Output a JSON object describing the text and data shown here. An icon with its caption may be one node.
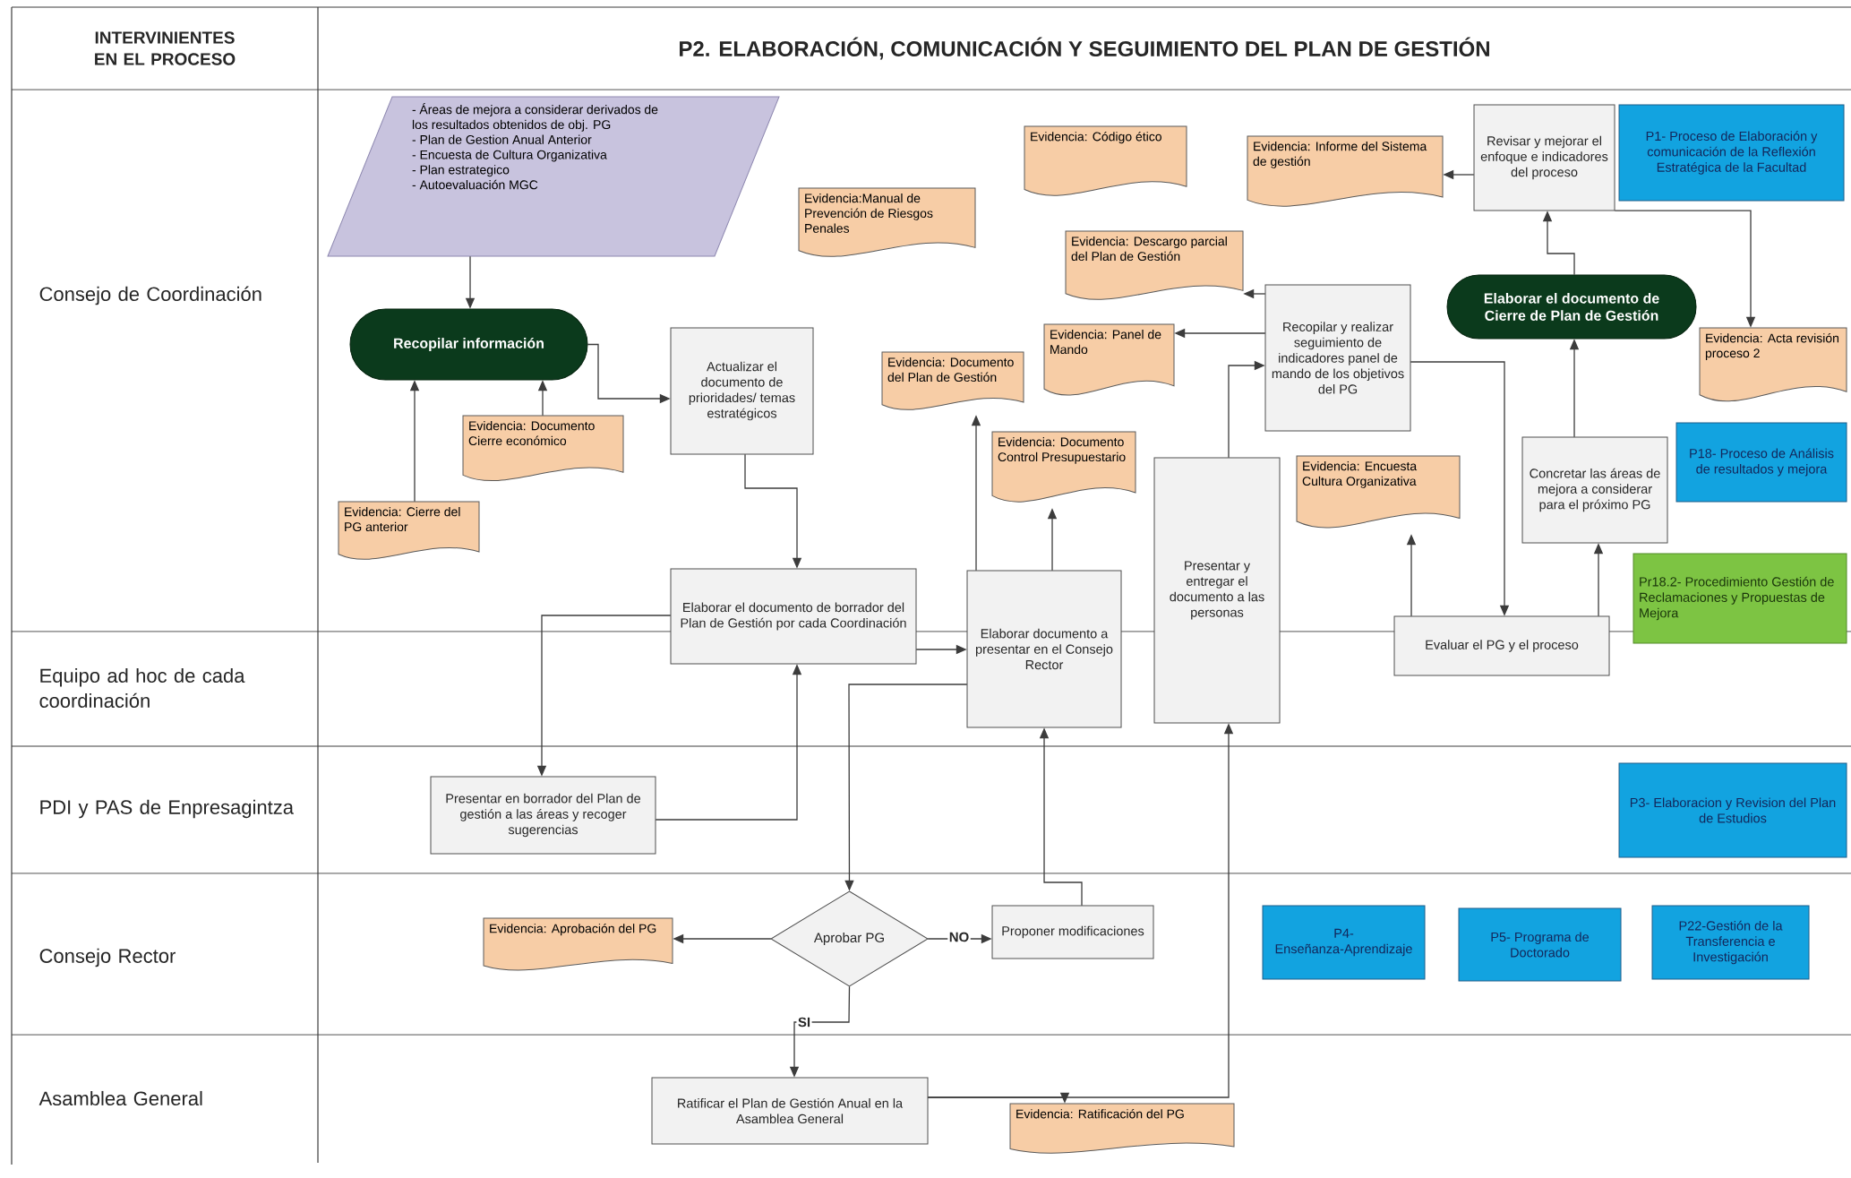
{
  "diagram": {
    "title": "P2. ELABORACIÓN, COMUNICACIÓN Y SEGUIMIENTO DEL PLAN DE GESTIÓN",
    "nodes": [
      {
        "text": [
          "- Áreas de mejora a considerar derivados de los resultados obtenidos de obj. PG",
          "- Plan de Gestion Anual Anterior",
          "- Encuesta de Cultura Organizativa",
          "- Plan estrategico",
          "- Autoevaluación MGC"
        ]
      },
      {
        "text": [
          "Recopilar información"
        ]
      },
      {
        "text": [
          "Evidencia: Documento Cierre económico"
        ]
      },
      {
        "text": [
          "Evidencia: Cierre del PG anterior"
        ]
      },
      {
        "text": [
          "Actualizar el documento de prioridades/ temas estratégicos"
        ]
      },
      {
        "text": [
          "Evidencia:Manual de Prevención de Riesgos Penales"
        ]
      },
      {
        "text": [
          "Evidencia: Código ético"
        ]
      },
      {
        "text": [
          "Evidencia: Descargo parcial del Plan de Gestión"
        ]
      },
      {
        "text": [
          "Evidencia: Panel de Mando"
        ]
      },
      {
        "text": [
          "Evidencia: Documento del Plan de Gestión"
        ]
      },
      {
        "text": [
          "Evidencia: Documento Control Presupuestario"
        ]
      },
      {
        "text": [
          "Recopilar y realizar seguimiento de indicadores panel de mando de los objetivos del PG"
        ]
      },
      {
        "text": [
          "Evidencia: Informe del Sistema de gestión"
        ]
      },
      {
        "text": [
          "Revisar y mejorar el enfoque e indicadores del proceso"
        ]
      },
      {
        "text": [
          "P1- Proceso de Elaboración y comunicación de la Reflexión Estratégica de la Facultad"
        ]
      },
      {
        "text": [
          "Elaborar el documento de Cierre de Plan de Gestión"
        ]
      },
      {
        "text": [
          "Evidencia: Acta revisión proceso 2"
        ]
      },
      {
        "text": [
          "P18- Proceso de Análisis de resultados y mejora"
        ]
      },
      {
        "text": [
          "Evidencia: Encuesta Cultura Organizativa"
        ]
      },
      {
        "text": [
          "Concretar las áreas de mejora a considerar para el próximo PG"
        ]
      },
      {
        "text": [
          "Pr18.2- Procedimiento Gestión de Reclamaciones y Propuestas de Mejora"
        ]
      },
      {
        "text": [
          "Elaborar el documento de borrador del Plan de Gestión por cada Coordinación"
        ]
      },
      {
        "text": [
          "Elaborar documento a presentar en el Consejo Rector"
        ]
      },
      {
        "text": [
          "Presentar y entregar el documento a las personas"
        ]
      },
      {
        "text": [
          "Evaluar el PG y el proceso"
        ]
      },
      {
        "text": [
          "Presentar en borrador del Plan de gestión a las áreas y recoger sugerencias"
        ]
      },
      {
        "text": [
          "P3- Elaboracion y Revision del Plan de Estudios"
        ]
      },
      {
        "text": [
          "Evidencia: Aprobación del PG"
        ]
      },
      {
        "text": [
          "Aprobar PG"
        ]
      },
      {
        "text": [
          "Proponer modificaciones"
        ]
      },
      {
        "text": [
          "P4- Enseñanza-Aprendizaje"
        ]
      },
      {
        "text": [
          "P5- Programa de Doctorado"
        ]
      },
      {
        "text": [
          "P22-Gestión de la Transferencia e Investigación"
        ]
      },
      {
        "text": [
          "Ratificar el Plan de Gestión Anual en la Asamblea General"
        ]
      },
      {
        "text": [
          "Evidencia: Ratificación del PG"
        ]
      }
    ],
    "edges": [
      {
        "from": 0,
        "to": 1,
        "arrow": "to"
      },
      {
        "from": 3,
        "to": 1,
        "arrow": "to"
      },
      {
        "from": 2,
        "to": 1,
        "arrow": "to"
      },
      {
        "from": 1,
        "to": 4,
        "arrow": "to"
      },
      {
        "from": 4,
        "to": 21,
        "arrow": "to"
      },
      {
        "from": 21,
        "to": 25,
        "arrow": "to"
      },
      {
        "from": 25,
        "to": 21,
        "arrow": "to"
      },
      {
        "from": 21,
        "to": 22,
        "arrow": "to"
      },
      {
        "from": 22,
        "to": 9,
        "arrow": "to"
      },
      {
        "from": 22,
        "to": 10,
        "arrow": "to"
      },
      {
        "from": 22,
        "to": 28,
        "arrow": "to"
      },
      {
        "from": 28,
        "to": 27,
        "arrow": "to"
      },
      {
        "from": 28,
        "to": 29,
        "arrow": "to",
        "label": "NO"
      },
      {
        "from": 29,
        "to": 22,
        "arrow": "to"
      },
      {
        "from": 28,
        "to": 33,
        "arrow": "to",
        "label": "SI"
      },
      {
        "from": 33,
        "to": 34,
        "arrow": "to"
      },
      {
        "from": 33,
        "to": 23,
        "arrow": "to"
      },
      {
        "from": 23,
        "to": 11,
        "arrow": "to"
      },
      {
        "from": 11,
        "to": 8,
        "arrow": "to"
      },
      {
        "from": 11,
        "to": 7,
        "arrow": "to"
      },
      {
        "from": 11,
        "to": 24,
        "arrow": "to"
      },
      {
        "from": 24,
        "to": 18,
        "arrow": "to"
      },
      {
        "from": 24,
        "to": 19,
        "arrow": "to"
      },
      {
        "from": 19,
        "to": 15,
        "arrow": "to"
      },
      {
        "from": 15,
        "to": 13,
        "arrow": "to"
      },
      {
        "from": 13,
        "to": 12,
        "arrow": "to"
      },
      {
        "from": 13,
        "to": 16,
        "arrow": "to"
      }
    ],
    "labels": [
      "INTERVINIENTES EN EL PROCESO",
      "Consejo de Coordinación",
      "Equipo ad hoc de cada coordinación",
      "PDI y PAS de Enpresagintza",
      "Consejo Rector",
      "Asamblea General"
    ]
  }
}
